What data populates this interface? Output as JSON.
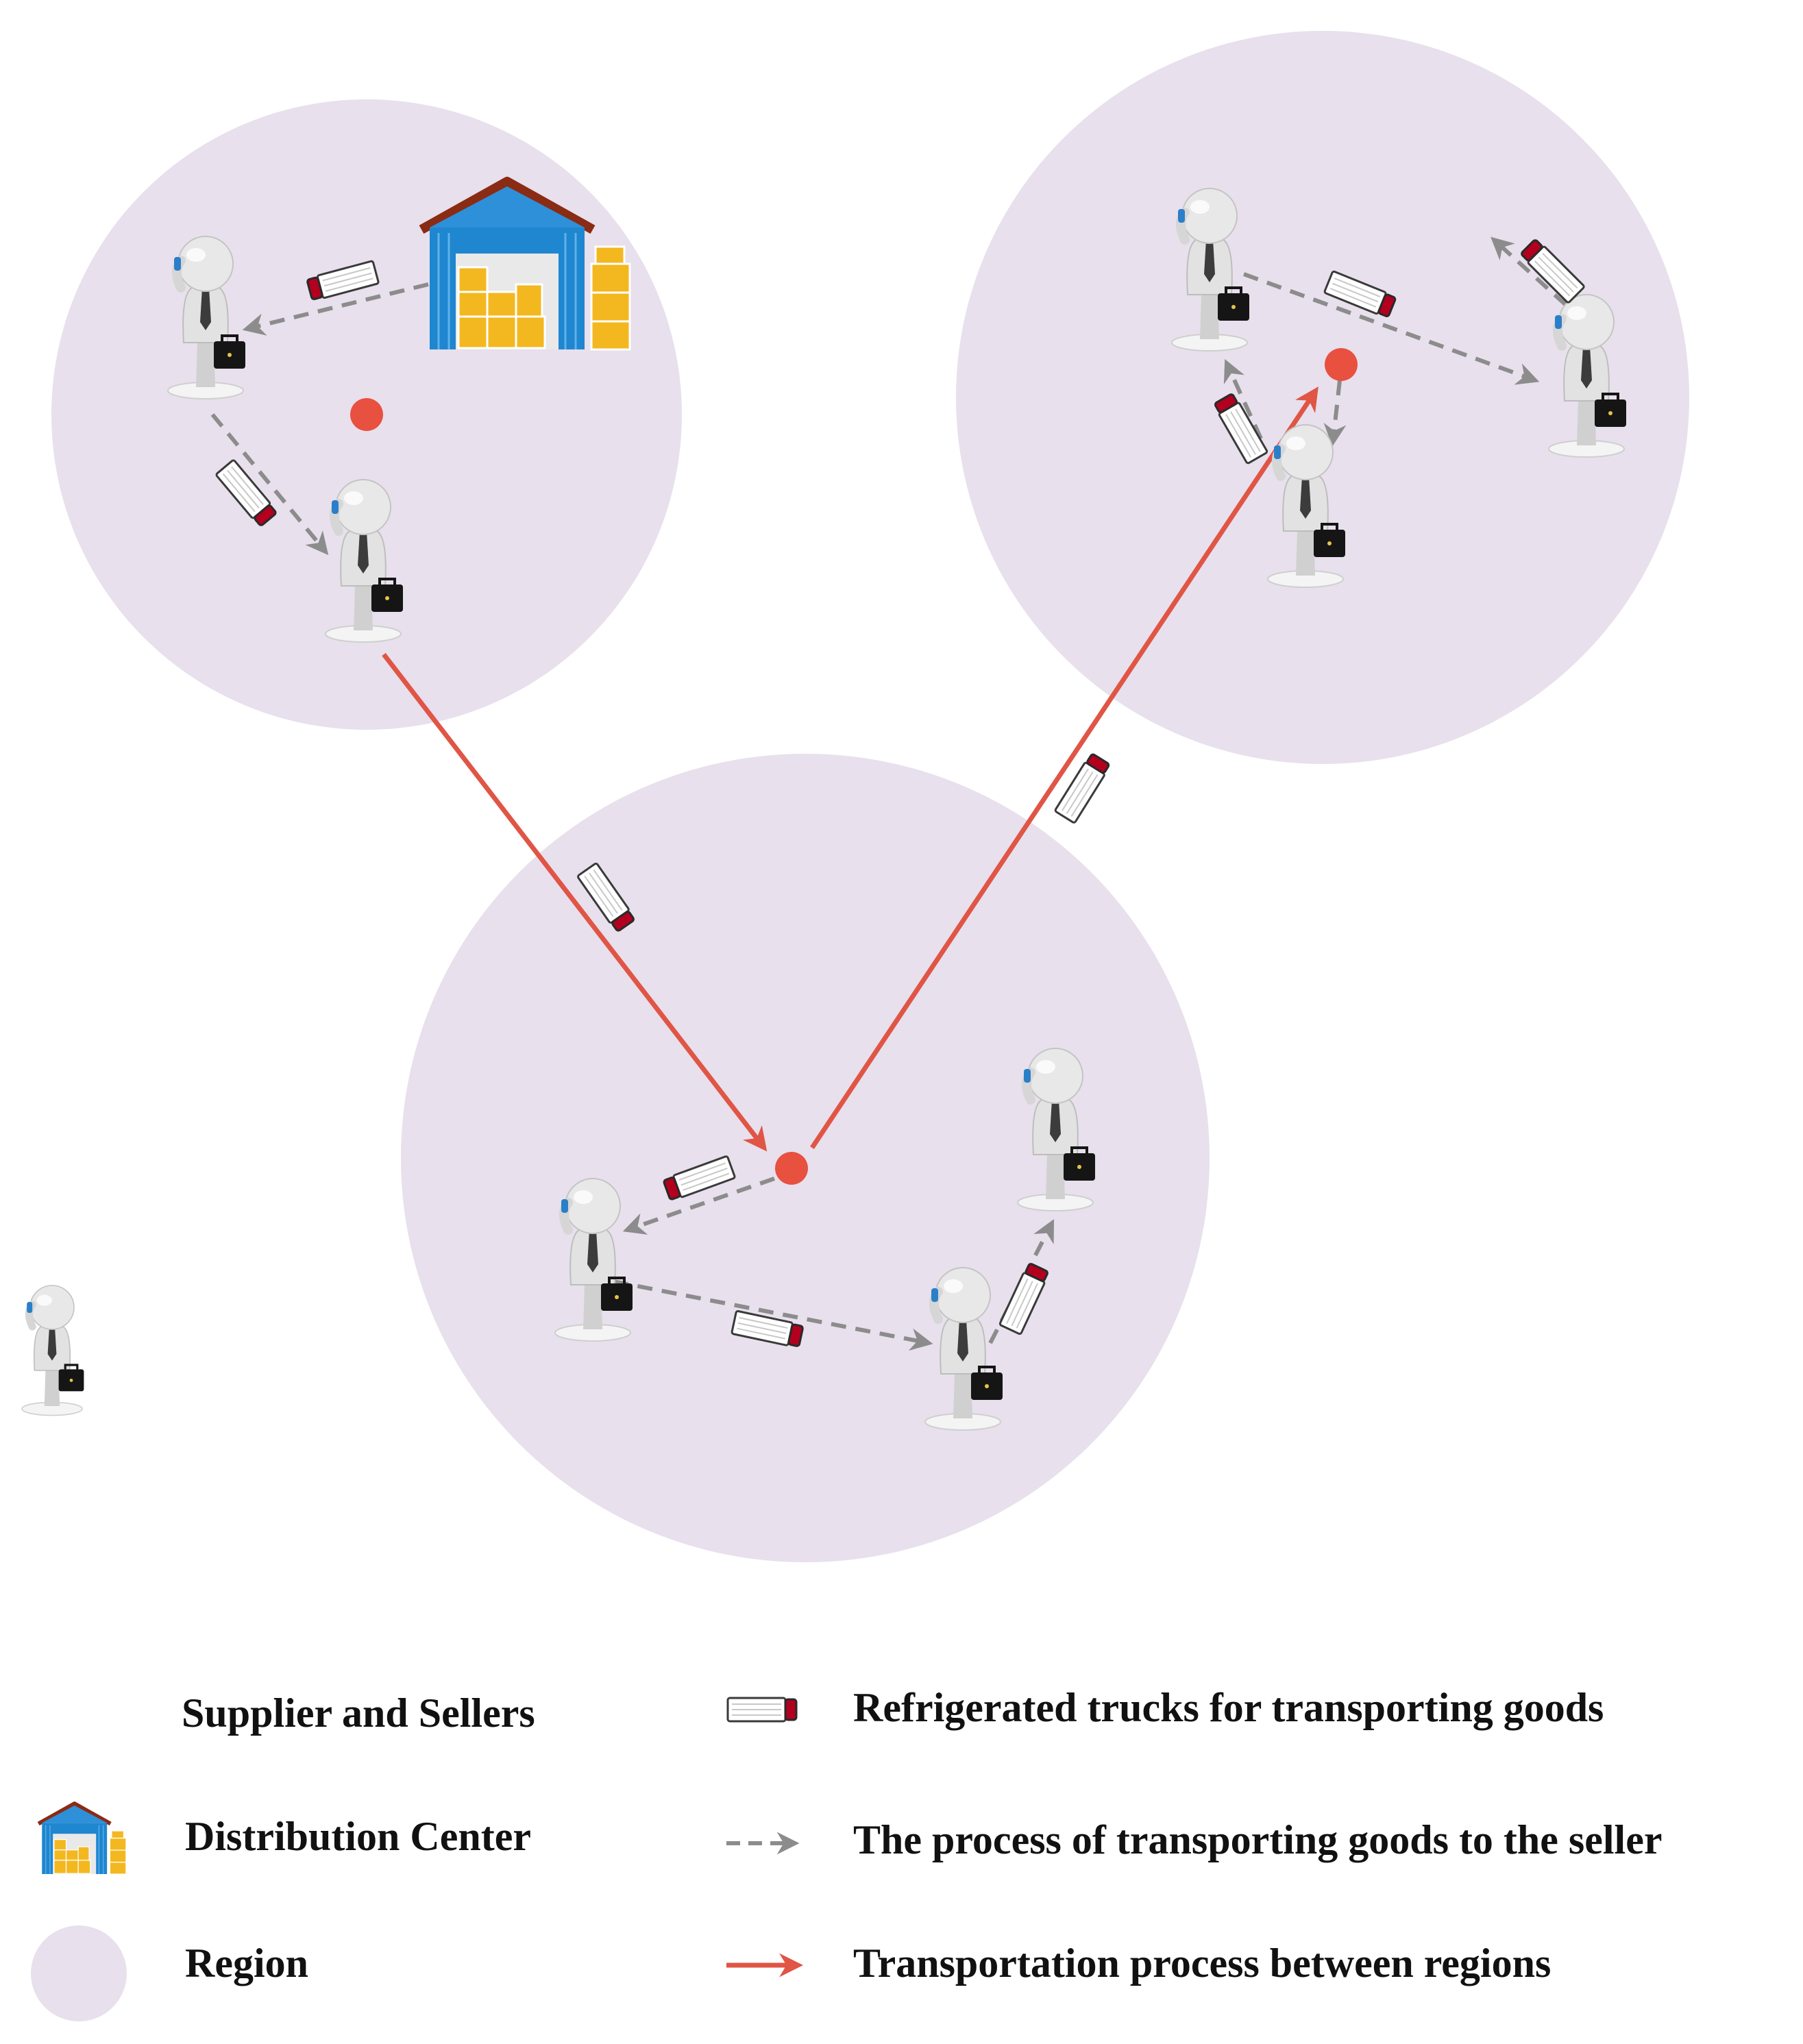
{
  "colors": {
    "region_fill": "#e8e0ec",
    "region_center": "#e8503f",
    "inter_region_arrow": "#e05545",
    "local_arrow": "#8c8c8c",
    "truck_body": "#ffffff",
    "truck_cab": "#b3001e",
    "warehouse_wall": "#1f86d0",
    "warehouse_roof": "#8a2b14",
    "boxes": "#f3b820",
    "person_body": "#e4e4e4",
    "briefcase": "#111111"
  },
  "icons": {
    "seller": "businessman-with-briefcase-icon",
    "distribution_center": "warehouse-icon",
    "truck": "refrigerated-truck-icon",
    "region": "region-circle-icon",
    "local_arrow": "dashed-gray-arrow-icon",
    "inter_region_arrow": "solid-red-arrow-icon"
  },
  "legend": {
    "supplier_sellers": "Supplier and Sellers",
    "distribution_center": "Distribution Center",
    "region": "Region",
    "trucks": "Refrigerated trucks for transporting goods",
    "local_process": "The process of transporting goods to the seller",
    "inter_region": "Transportation process between regions"
  }
}
